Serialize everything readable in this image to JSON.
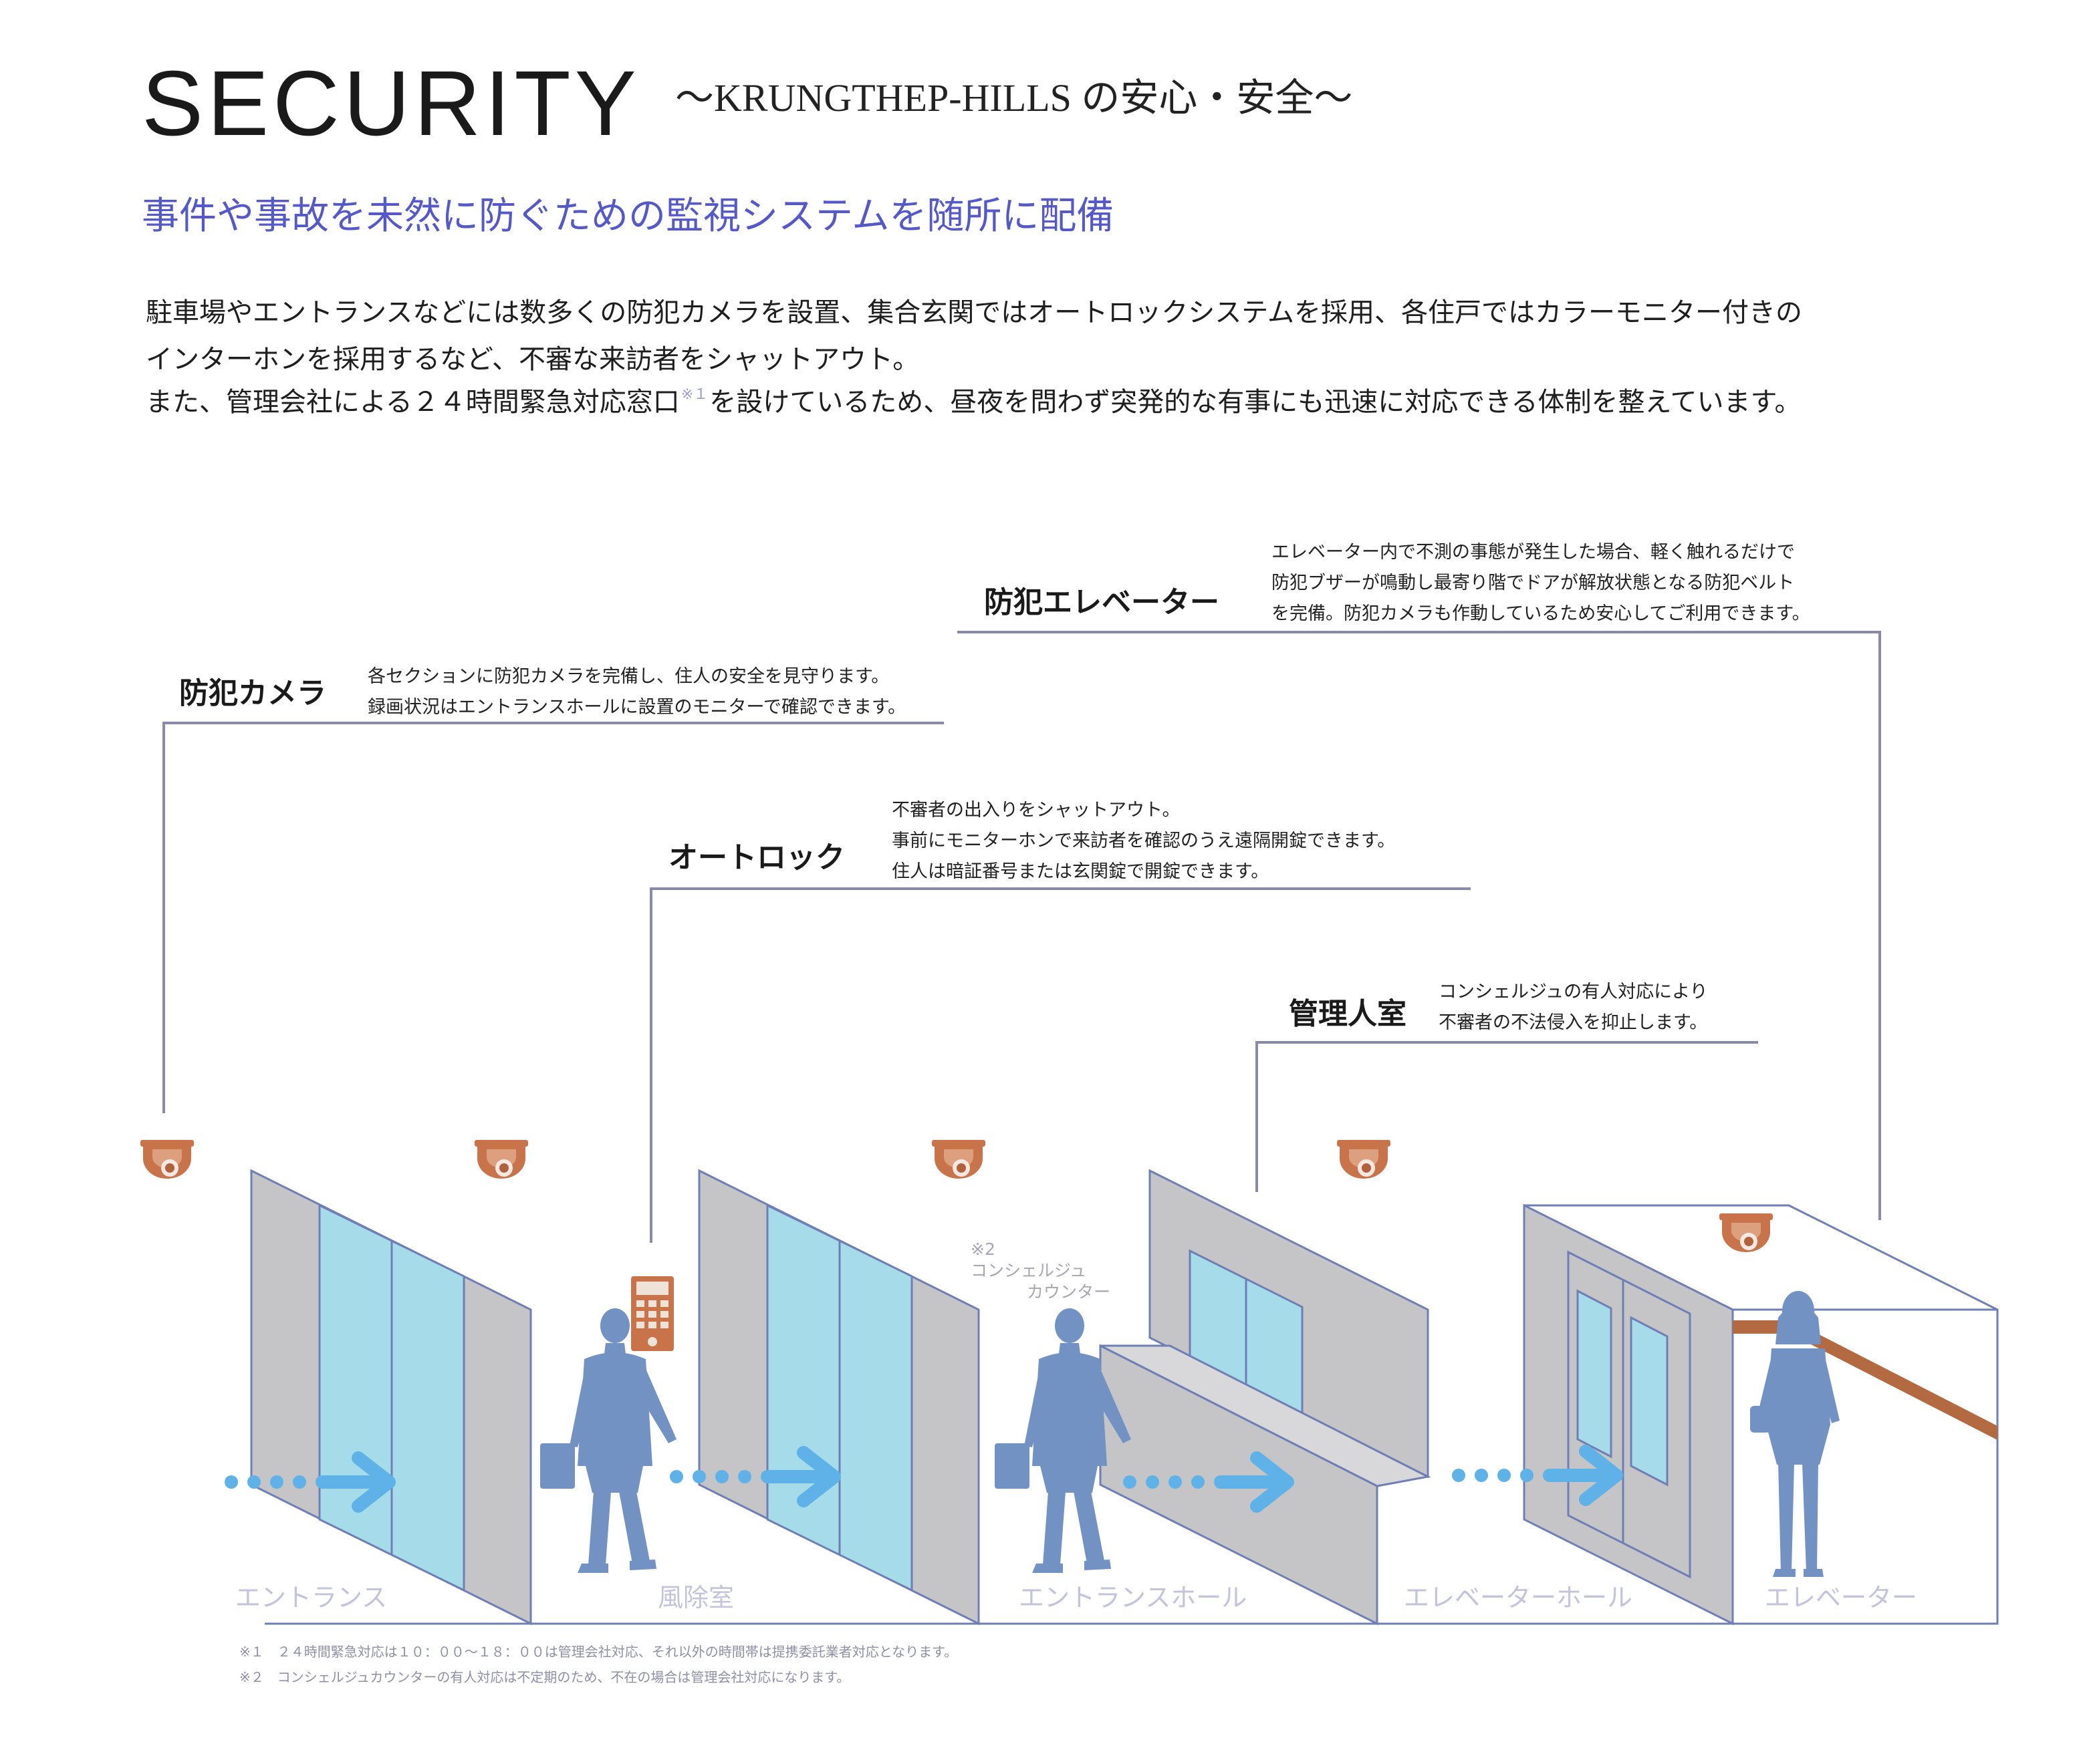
{
  "header": {
    "title": "SECURITY",
    "subtitle": "～KRUNGTHEP-HILLS の安心・安全～"
  },
  "headline": "事件や事故を未然に防ぐための監視システムを随所に配備",
  "body": {
    "line1": "駐車場やエントランスなどには数多くの防犯カメラを設置、集合玄関ではオートロックシステムを採用、各住戸ではカラーモニター付きの",
    "line2": "インターホンを採用するなど、不審な来訪者をシャットアウト。",
    "line3_a": "また、管理会社による２４時間緊急対応窓口",
    "line3_sup": "※１",
    "line3_b": "を設けているため、昼夜を問わず突発的な有事にも迅速に対応できる体制を整えています。"
  },
  "features": {
    "camera": {
      "label": "防犯カメラ",
      "desc": [
        "各セクションに防犯カメラを完備し、住人の安全を見守ります。",
        "録画状況はエントランスホールに設置のモニターで確認できます。"
      ]
    },
    "elevator": {
      "label": "防犯エレベーター",
      "desc": [
        "エレベーター内で不測の事態が発生した場合、軽く触れるだけで",
        "防犯ブザーが鳴動し最寄り階でドアが解放状態となる防犯ベルト",
        "を完備。防犯カメラも作動しているため安心してご利用できます。"
      ]
    },
    "autolock": {
      "label": "オートロック",
      "desc": [
        "不審者の出入りをシャットアウト。",
        "事前にモニターホンで来訪者を確認のうえ遠隔開錠できます。",
        "住人は暗証番号または玄関錠で開錠できます。"
      ]
    },
    "office": {
      "label": "管理人室",
      "desc": [
        "コンシェルジュの有人対応により",
        "不審者の不法侵入を抑止します。"
      ]
    }
  },
  "concierge": {
    "mark": "※2",
    "line1": "コンシェルジュ",
    "line2": "カウンター"
  },
  "zones": [
    "エントランス",
    "風除室",
    "エントランスホール",
    "エレベーターホール",
    "エレベーター"
  ],
  "notes": [
    "※１　２４時間緊急対応は１０：００～１８：００は管理会社対応、それ以外の時間帯は提携委託業者対応となります。",
    "※２　コンシェルジュカウンターの有人対応は不定期のため、不在の場合は管理会社対応になります。"
  ],
  "colors": {
    "headline": "#5558c8",
    "leader_line": "#8a8aa8",
    "wall": "#c5c5c7",
    "glass": "#a6dce9",
    "outline": "#6f7fb5",
    "person": "#7392c4",
    "arrow": "#5fb2e8",
    "camera": "#c9734a",
    "handrail": "#b46a40"
  },
  "icons": [
    "dome-camera-icon",
    "intercom-keypad-icon",
    "person-silhouette-icon",
    "direction-arrow-icon"
  ]
}
